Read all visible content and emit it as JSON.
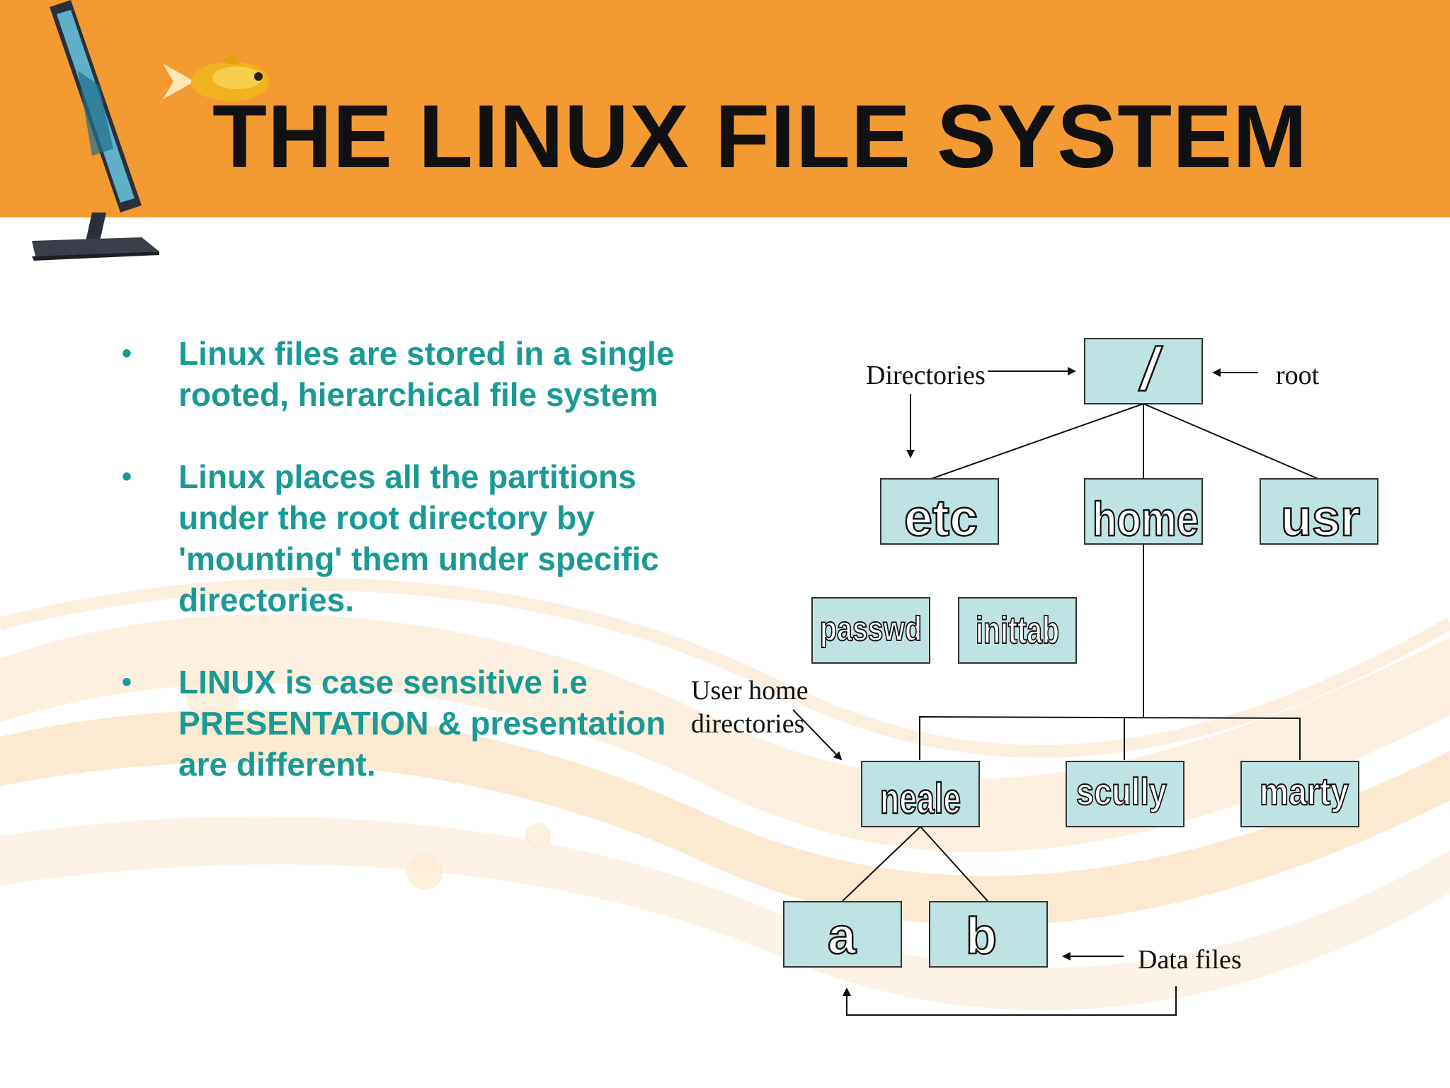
{
  "slide": {
    "title": "THE LINUX FILE SYSTEM",
    "bullets": [
      "Linux files are stored in a single rooted, hierarchical file system",
      "Linux places all the partitions under the root directory by 'mounting' them under specific directories.",
      "LINUX is case sensitive i.e PRESENTATION & presentation are different."
    ],
    "bullet_marker": "•",
    "colors": {
      "header": "#f39a32",
      "title": "#111111",
      "bullet_text": "#1a9a94",
      "node_fill": "#bfe3e4",
      "node_stroke": "#333333"
    }
  },
  "diagram": {
    "nodes": {
      "root": "/",
      "etc": "etc",
      "home": "home",
      "usr": "usr",
      "passwd": "passwd",
      "inittab": "inittab",
      "neale": "neale",
      "scully": "scully",
      "marty": "marty",
      "a": "a",
      "b": "b"
    },
    "annotations": {
      "directories": "Directories",
      "root": "root",
      "user_home_line1": "User home",
      "user_home_line2": "directories",
      "data_files": "Data files"
    }
  }
}
